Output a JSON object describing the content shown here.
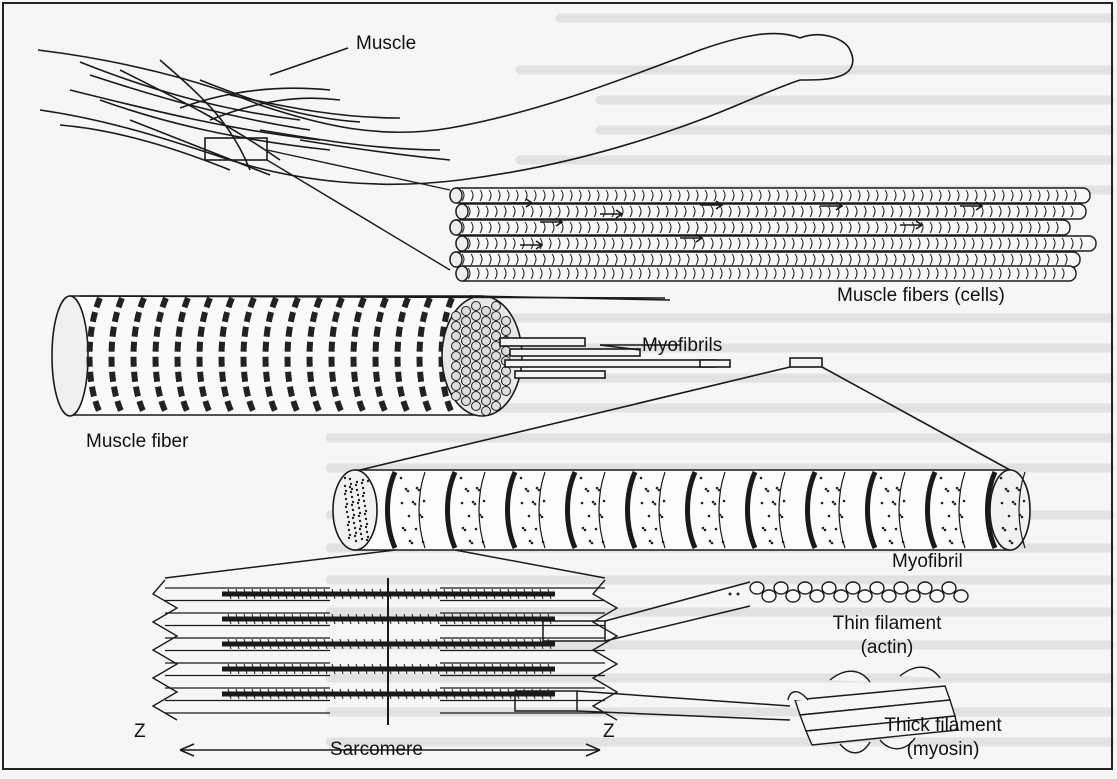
{
  "labels": {
    "muscle": "Muscle",
    "muscle_fibers": "Muscle fibers (cells)",
    "myofibrils": "Myofibrils",
    "muscle_fiber": "Muscle fiber",
    "myofibril": "Myofibril",
    "thin_filament": "Thin filament",
    "thin_filament_sub": "(actin)",
    "thick_filament": "Thick filament",
    "thick_filament_sub": "(myosin)",
    "z_left": "Z",
    "z_right": "Z",
    "sarcomere": "Sarcomere"
  },
  "colors": {
    "ink": "#1a1a1a",
    "paper": "#f6f6f6",
    "ghost_text": "#c9c9c9"
  }
}
